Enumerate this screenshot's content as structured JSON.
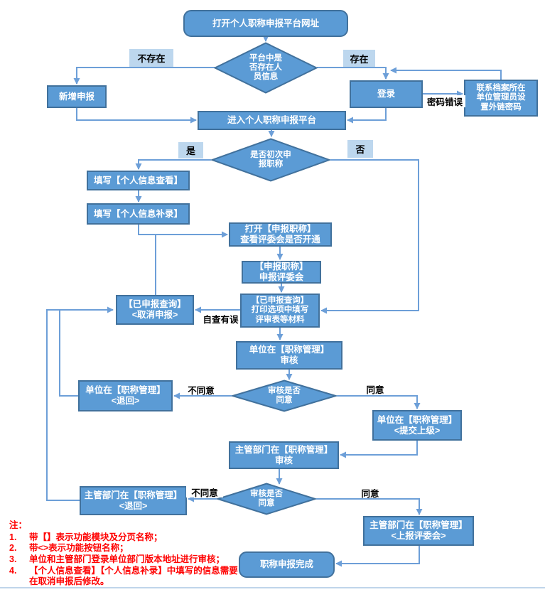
{
  "colors": {
    "shape_fill": "#5B9BD5",
    "shape_border": "#41719C",
    "wire": "#6D9FD8",
    "decision_label_bg": "#BDD7EE",
    "note_red": "#FF0000",
    "page_line": "#BFD5EA"
  },
  "nodes": {
    "start": "打开个人职称申报平台网址",
    "d_platform": "平台中是\n否存在人\n员信息",
    "new_declare": "新增申报",
    "login": "登录",
    "contact_admin": "联系档案所在\n单位管理员设\n置外链密码",
    "enter_platform": "进入个人职称申报平台",
    "d_first_time": "是否初次申\n报职称",
    "fill_view": "填写【个人信息查看】",
    "fill_supplement": "填写【个人信息补录】",
    "open_declare": "打开【申报职称】\n查看评委会是否开通",
    "declare_committee": "【申报职称】\n申报评委会",
    "cancel_declare": "【已申报查询】\n<取消申报>",
    "print_materials": "【已申报查询】\n打印选项中填写\n评审表等材料",
    "unit_review": "单位在【职称管理】\n审核",
    "d_unit_approve": "审核是否\n同意",
    "unit_return": "单位在【职称管理】\n<退回>",
    "unit_submit": "单位在【职称管理】\n<提交上级>",
    "dept_review": "主管部门在【职称管理】\n审核",
    "d_dept_approve": "审核是否\n同意",
    "dept_return": "主管部门在【职称管理】\n<退回>",
    "dept_submit": "主管部门在【职称管理】\n<上报评委会>",
    "finish": "职称申报完成"
  },
  "edge_labels": {
    "not_exist": "不存在",
    "exist": "存在",
    "password_error": "密码错误",
    "yes": "是",
    "no": "否",
    "self_check_error": "自查有误",
    "unit_disagree": "不同意",
    "unit_agree": "同意",
    "dept_disagree": "不同意",
    "dept_agree": "同意"
  },
  "notes": {
    "title": "注：",
    "items": [
      {
        "num": "1.",
        "text": "带【】表示功能模块及分页名称；"
      },
      {
        "num": "2.",
        "text": "带<>表示功能按钮名称；"
      },
      {
        "num": "3.",
        "text": "单位和主管部门登录单位部门版本地址进行审核；"
      },
      {
        "num": "4.",
        "text": "【个人信息查看】【个人信息补录】中填写的信息需要在取消申报后修改。"
      }
    ]
  }
}
